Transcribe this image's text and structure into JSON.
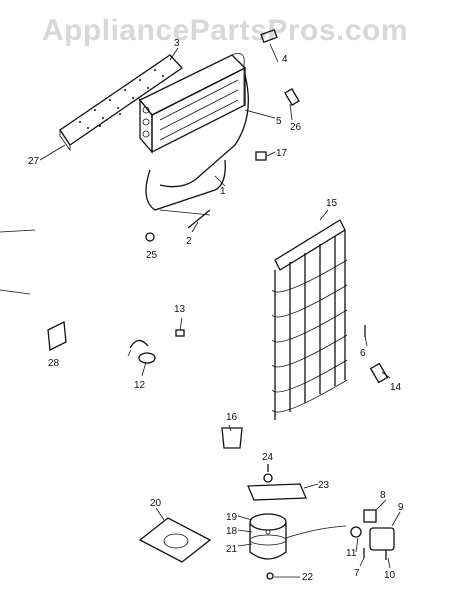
{
  "watermark": "AppliancePartsPros.com",
  "labels": {
    "l1": "1",
    "l2": "2",
    "l3": "3",
    "l4": "4",
    "l5": "5",
    "l6": "6",
    "l7": "7",
    "l8": "8",
    "l9": "9",
    "l10": "10",
    "l11": "11",
    "l12": "12",
    "l13": "13",
    "l14": "14",
    "l15": "15",
    "l16": "16",
    "l17": "17",
    "l18": "18",
    "l19": "19",
    "l20": "20",
    "l21": "21",
    "l22": "22",
    "l23": "23",
    "l24": "24",
    "l25": "25",
    "l26": "26",
    "l27": "27",
    "l28": "28"
  }
}
